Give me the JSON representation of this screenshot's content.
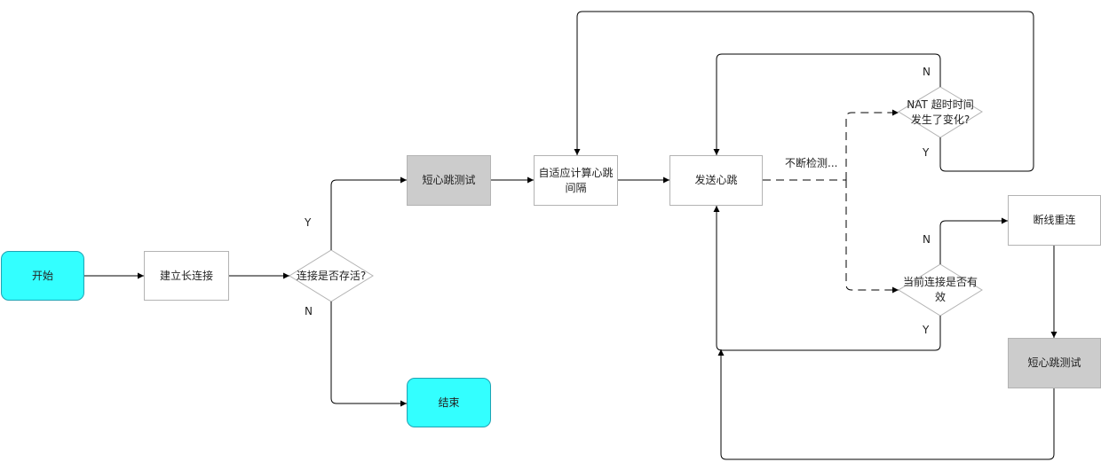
{
  "nodes": {
    "start": "开始",
    "build": "建立长连接",
    "alive": "连接是否存活?",
    "short_test_1": "短心跳测试",
    "end": "结束",
    "adaptive": "自适应计算心跳\n间隔",
    "send": "发送心跳",
    "nat": "NAT 超时时间\n发生了变化?",
    "valid": "当前连接是否有\n效",
    "reconnect": "断线重连",
    "short_test_2": "短心跳测试"
  },
  "labels": {
    "alive_yes": "Y",
    "alive_no": "N",
    "monitor": "不断检测...",
    "nat_no": "N",
    "nat_yes": "Y",
    "valid_no": "N",
    "valid_yes": "Y"
  },
  "colors": {
    "terminal_fill": "#33ffff",
    "test_fill": "#cccccc",
    "line": "#000000",
    "border": "#b3b3b3"
  }
}
